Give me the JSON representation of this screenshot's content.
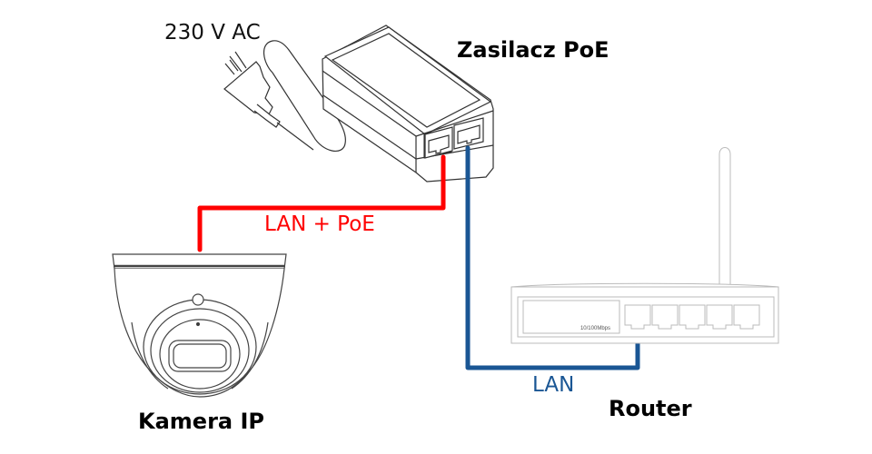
{
  "labels": {
    "power_input": "230 V AC",
    "poe_injector": "Zasilacz PoE",
    "camera": "Kamera IP",
    "router": "Router",
    "poe_cable": "LAN + PoE",
    "lan_cable": "LAN",
    "router_port_speed": "10/100Mbps"
  },
  "colors": {
    "poe_cable": "#ff0000",
    "lan_cable": "#1a5694",
    "outline": "#333333",
    "router_outline": "#c8c8c8"
  }
}
